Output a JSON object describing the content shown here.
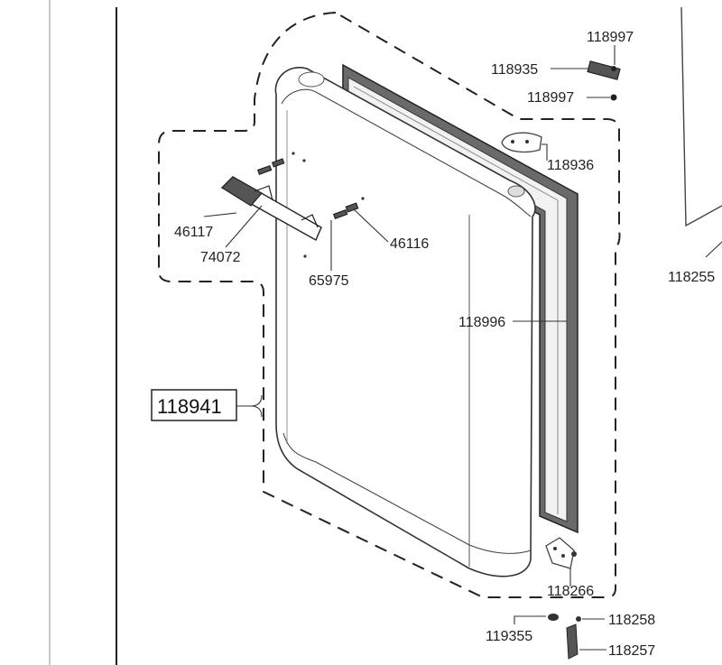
{
  "diagram": {
    "assembly_label": "118941",
    "part_labels": {
      "p118997_top": "118997",
      "p118935": "118935",
      "p118997_bottom": "118997",
      "p118936": "118936",
      "p46117": "46117",
      "p74072": "74072",
      "p65975": "65975",
      "p46116": "46116",
      "p118996": "118996",
      "p118255": "118255",
      "p118266": "118266",
      "p118258": "118258",
      "p119355": "119355",
      "p118257": "118257"
    }
  }
}
